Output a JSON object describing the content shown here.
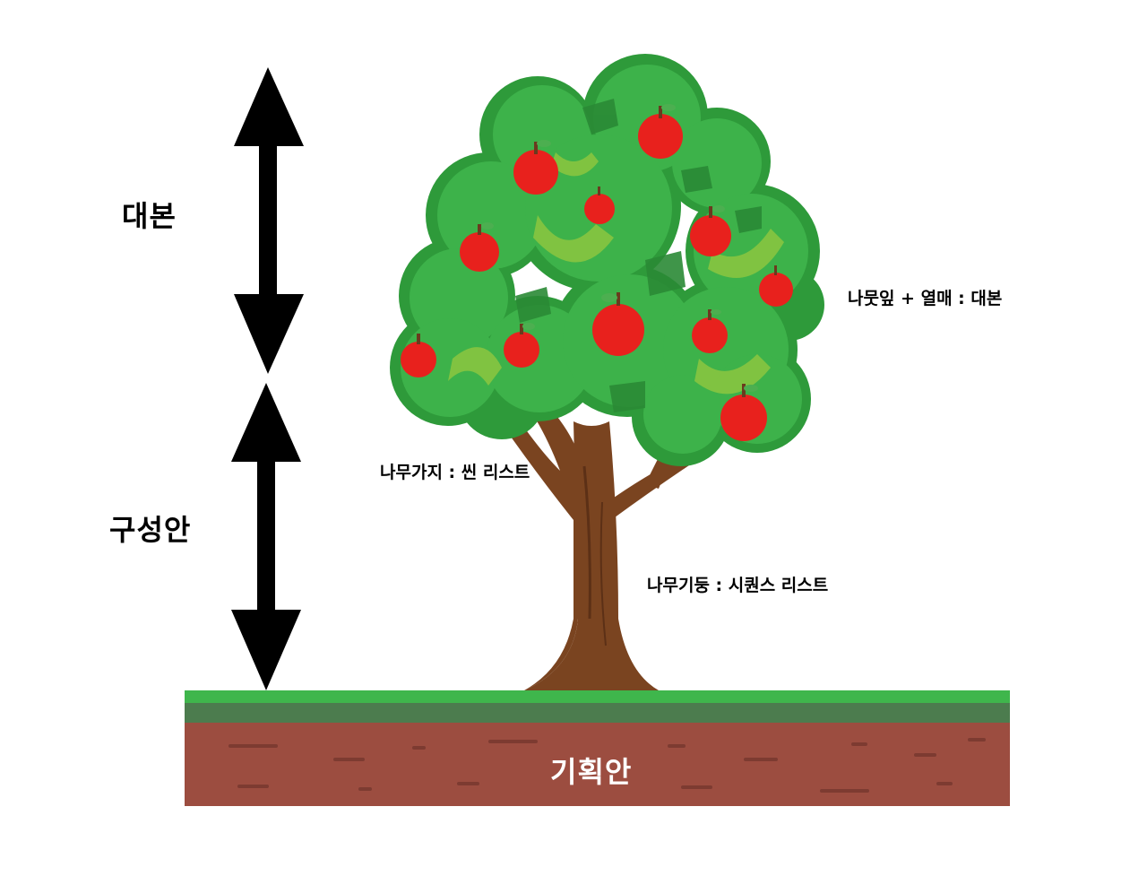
{
  "sections": {
    "top": "대본",
    "middle": "구성안",
    "ground": "기획안"
  },
  "annotations": {
    "leaves": "나뭇잎 + 열매 : 대본",
    "branches": "나무가지 : 씬 리스트",
    "trunk": "나무기둥 : 시퀀스 리스트"
  },
  "colors": {
    "leaf_dark": "#2e9a3a",
    "leaf": "#3db24a",
    "leaf_light": "#8cc63f",
    "apple": "#e8211d",
    "trunk": "#7a4420",
    "grass": "#3fb64c",
    "dirt": "#9c4d40",
    "arrow": "#000000"
  }
}
